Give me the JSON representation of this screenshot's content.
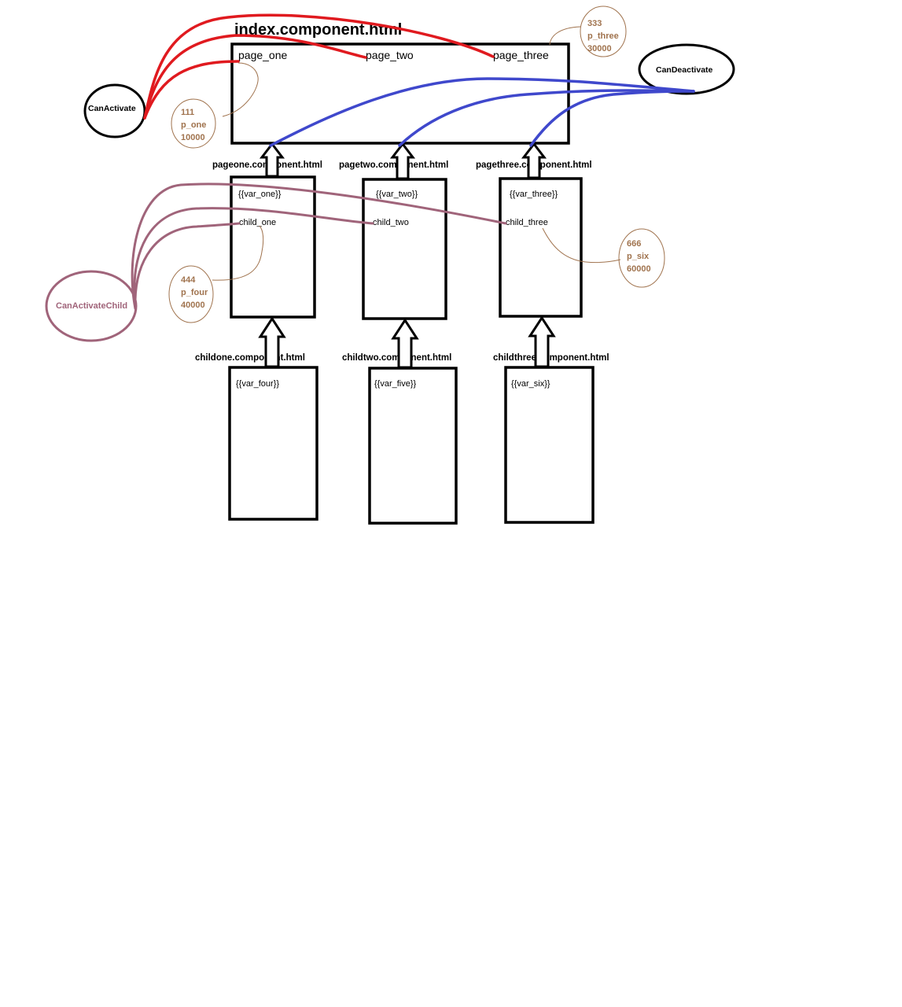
{
  "colors": {
    "can_activate": "#e01a1f",
    "can_deactivate": "#3f48cc",
    "can_activate_child": "#a0647a",
    "annotation": "#a0734e"
  },
  "index": {
    "title": "index.component.html",
    "links": [
      "page_one",
      "page_two",
      "page_three"
    ]
  },
  "guards": {
    "can_activate": "CanActivate",
    "can_deactivate": "CanDeactivate",
    "can_activate_child": "CanActivateChild"
  },
  "pages": [
    {
      "file": "pageone.component.html",
      "var": "{{var_one}}",
      "child_link": "child_one"
    },
    {
      "file": "pagetwo.component.html",
      "var": "{{var_two}}",
      "child_link": "child_two"
    },
    {
      "file": "pagethree.component.html",
      "var": "{{var_three}}",
      "child_link": "child_three"
    }
  ],
  "children": [
    {
      "file": "childone.component.html",
      "var": "{{var_four}}"
    },
    {
      "file": "childtwo.component.html",
      "var": "{{var_five}}"
    },
    {
      "file": "childthree.component.html",
      "var": "{{var_six}}"
    }
  ],
  "notes": {
    "n111": [
      "111",
      "p_one",
      "10000"
    ],
    "n333": [
      "333",
      "p_three",
      "30000"
    ],
    "n444": [
      "444",
      "p_four",
      "40000"
    ],
    "n666": [
      "666",
      "p_six",
      "60000"
    ]
  }
}
